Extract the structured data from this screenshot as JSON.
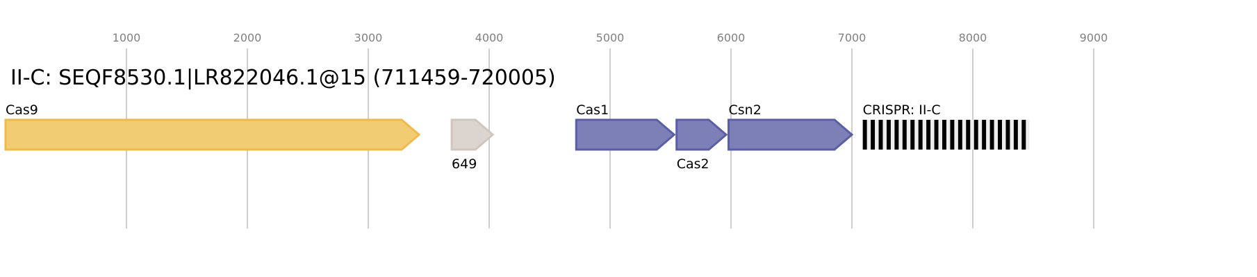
{
  "title": "II-C: SEQF8530.1|LR822046.1@15 (711459-720005)",
  "axis": {
    "ticks": [
      "1000",
      "2000",
      "3000",
      "4000",
      "5000",
      "6000",
      "7000",
      "8000",
      "9000"
    ]
  },
  "genes": [
    {
      "label": "Cas9",
      "start": 0,
      "end": 3420,
      "color": "#f2cc73",
      "stroke": "#f0bb45",
      "label_pos": "above"
    },
    {
      "label": "649",
      "start": 3690,
      "end": 4030,
      "color": "#dbd4cf",
      "stroke": "#d0c6bd",
      "label_pos": "below-small"
    },
    {
      "label": "Cas1",
      "start": 4720,
      "end": 5530,
      "color": "#7c80b7",
      "stroke": "#5a5ea8",
      "label_pos": "above"
    },
    {
      "label": "Cas2",
      "start": 5550,
      "end": 5960,
      "color": "#7c80b7",
      "stroke": "#5a5ea8",
      "label_pos": "below"
    },
    {
      "label": "Csn2",
      "start": 5980,
      "end": 7000,
      "color": "#7c80b7",
      "stroke": "#5a5ea8",
      "label_pos": "above"
    }
  ],
  "crispr": {
    "label": "CRISPR: II-C",
    "start": 7090,
    "end": 8470,
    "repeats": 21
  }
}
